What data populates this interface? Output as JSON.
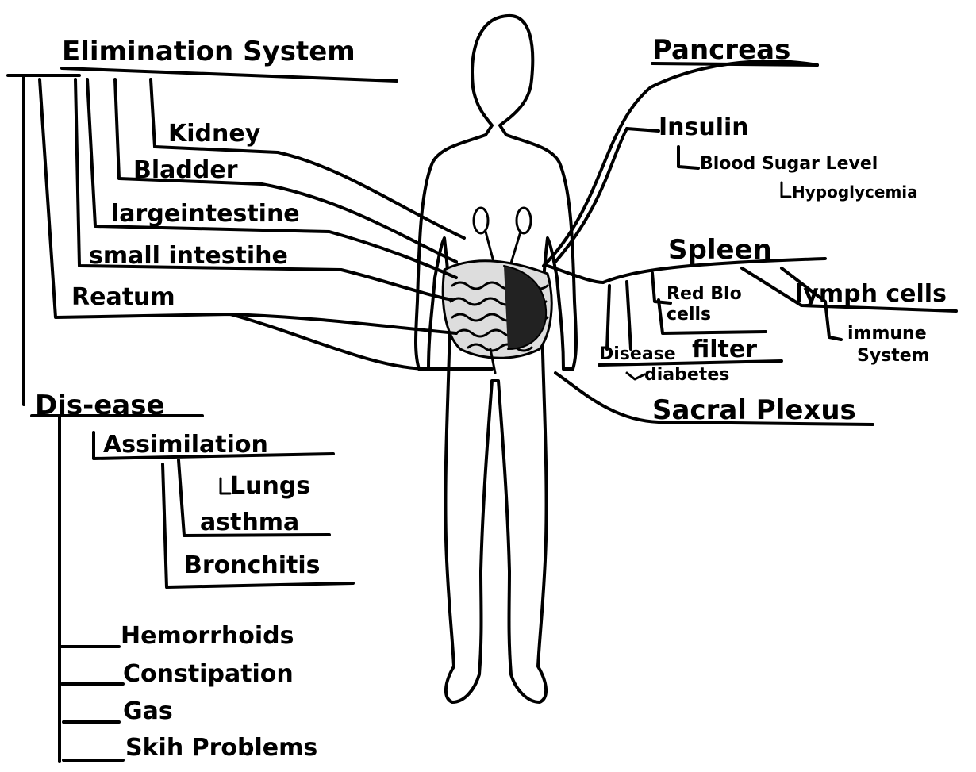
{
  "colors": {
    "ink": "#000000",
    "paper": "#ffffff"
  },
  "elimination": {
    "title": "Elimination System",
    "organs": [
      "Kidney",
      "Bladder",
      "largeintestine",
      "small intestihe",
      "Reatum"
    ]
  },
  "disease": {
    "title": "Dis-ease",
    "assimilation": {
      "label": "Assimilation",
      "items": [
        "Lungs",
        "asthma",
        "Bronchitis"
      ]
    },
    "conditions": [
      "Hemorrhoids",
      "Constipation",
      "Gas",
      "Skih Problems"
    ]
  },
  "pancreas": {
    "title": "Pancreas",
    "insulin": "Insulin",
    "blood_sugar": "Blood Sugar Level",
    "hypoglycemia": "Hypoglycemia"
  },
  "spleen": {
    "title": "Spleen",
    "red_blood_cells_1": "Red Blo",
    "red_blood_cells_2": "cells",
    "lymph": "lymph cells",
    "immune_1": "immune",
    "immune_2": "System",
    "disease": "Disease",
    "filter": "filter",
    "diabetes": "diabetes"
  },
  "sacral": "Sacral Plexus"
}
